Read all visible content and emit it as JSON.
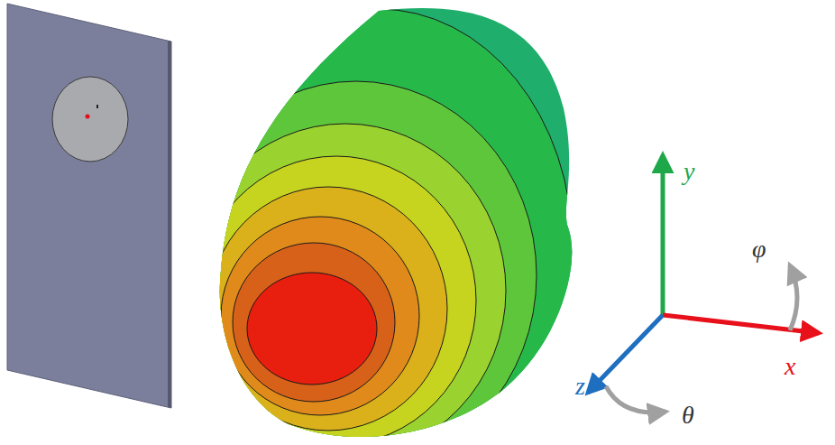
{
  "diagram": {
    "labels": [
      "y",
      "φ",
      "x",
      "z",
      "θ"
    ]
  }
}
